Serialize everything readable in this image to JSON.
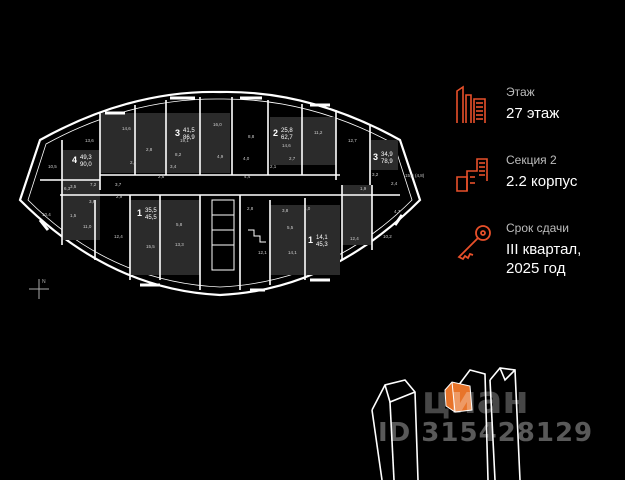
{
  "info": {
    "floor": {
      "label": "Этаж",
      "value": "27 этаж",
      "icon": "building-icon"
    },
    "section": {
      "label": "Секция 2",
      "value": "2.2 корпус",
      "icon": "section-icon"
    },
    "deadline": {
      "label": "Срок сдачи",
      "value_line1": "III квартал,",
      "value_line2": "2025 год",
      "icon": "key-icon"
    }
  },
  "colors": {
    "accent": "#e8502a",
    "background": "#000000",
    "plan_line": "#ffffff",
    "highlight": "#e8742a"
  },
  "plan": {
    "apartments": [
      {
        "rooms": "4",
        "area": "49,3",
        "total": "90,0"
      },
      {
        "rooms": "3",
        "area": "41,5",
        "total": "86,9"
      },
      {
        "rooms": "2",
        "area": "25,8",
        "total": "62,7"
      },
      {
        "rooms": "3",
        "area": "34,9",
        "total": "78,9"
      },
      {
        "rooms": "1",
        "area": "35,5",
        "total": "45,5"
      },
      {
        "rooms": "1",
        "area": "14,1",
        "total": "45,3"
      }
    ],
    "room_areas": [
      "14,6",
      "16,0",
      "13,6",
      "19,1",
      "8,8",
      "14,6",
      "11,2",
      "12,7",
      "10,5",
      "2,8",
      "8,2",
      "2,4",
      "3,4",
      "2,6",
      "4,9",
      "4,0",
      "4,4",
      "2,1",
      "2,7",
      "3,2",
      "6,3",
      "7,2",
      "3,7",
      "3,5",
      "1,5",
      "3,6",
      "11,0",
      "12,4",
      "15,5",
      "13,3",
      "5,8",
      "12,1",
      "14,1",
      "12,4",
      "10,2",
      "15,6 (4,8)",
      "2,4",
      "1,9",
      "4,7",
      "10,4",
      "3,8",
      "4,0",
      "5,5",
      "2,8",
      "2,9"
    ],
    "compass": {
      "n": "N"
    }
  },
  "watermark": {
    "brand": "циан",
    "id": "ID 315428129"
  }
}
